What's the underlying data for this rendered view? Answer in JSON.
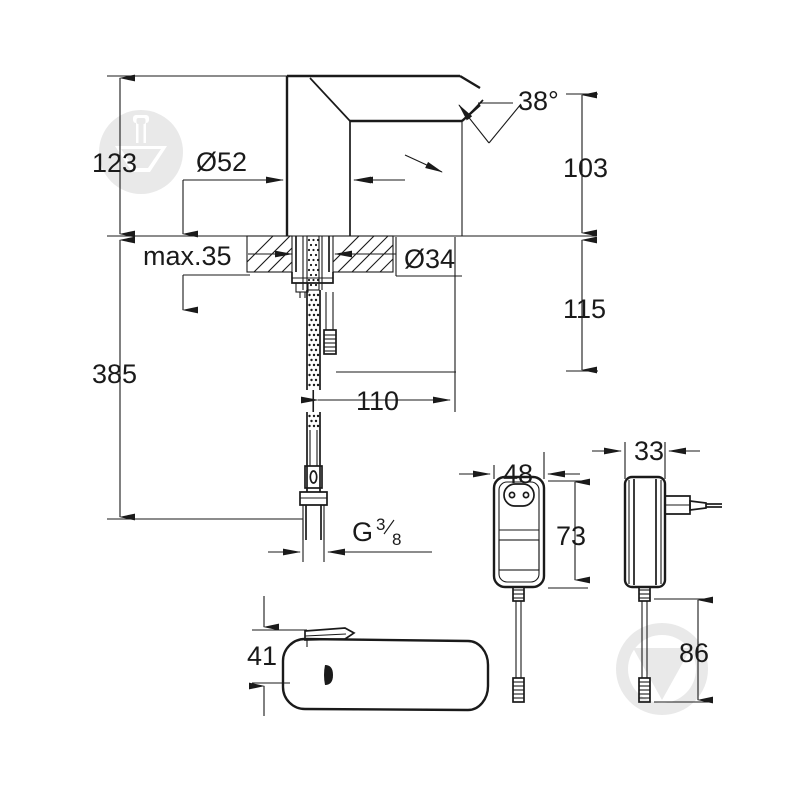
{
  "drawing": {
    "title": "Sensor basin mixer technical dimension drawing",
    "units": "mm",
    "line_color": "#1a1a1a",
    "background_color": "#ffffff",
    "watermark_color": "#e9e9e9"
  },
  "dimensions": {
    "spout_height_123": "123",
    "diameter_52": "Ø52",
    "angle_38": "38°",
    "height_103": "103",
    "max_thickness_35": "max.35",
    "diameter_34": "Ø34",
    "depth_115": "115",
    "total_385": "385",
    "reach_110": "110",
    "thread_g": "G",
    "thread_numerator": "3",
    "thread_denominator": "8",
    "handle_height_41": "41",
    "adapter_width_48": "48",
    "adapter_height_73": "73",
    "adapter_depth_33": "33",
    "cable_length_86": "86"
  },
  "views": [
    {
      "name": "main-faucet-elevation",
      "label": "Sensor basin mixer side elevation with mounting section",
      "dimension_labels": [
        "123",
        "Ø52",
        "38°",
        "103",
        "max.35",
        "Ø34",
        "115",
        "385",
        "110",
        "G 3/8"
      ]
    },
    {
      "name": "handle-view",
      "label": "Temperature lever / handle bottom view",
      "dimension_labels": [
        "41"
      ]
    },
    {
      "name": "power-adapter-front-view",
      "label": "Plug-in power adapter front view",
      "dimension_labels": [
        "48",
        "73"
      ]
    },
    {
      "name": "power-adapter-side-view",
      "label": "Plug-in power adapter side view with cable",
      "dimension_labels": [
        "33",
        "86"
      ]
    }
  ],
  "watermarks": [
    {
      "name": "faucet-watermark-top-left",
      "shape": "faucet-glyph-in-circle"
    },
    {
      "name": "triangle-watermark-bottom-right",
      "shape": "triangle-in-circle"
    }
  ]
}
